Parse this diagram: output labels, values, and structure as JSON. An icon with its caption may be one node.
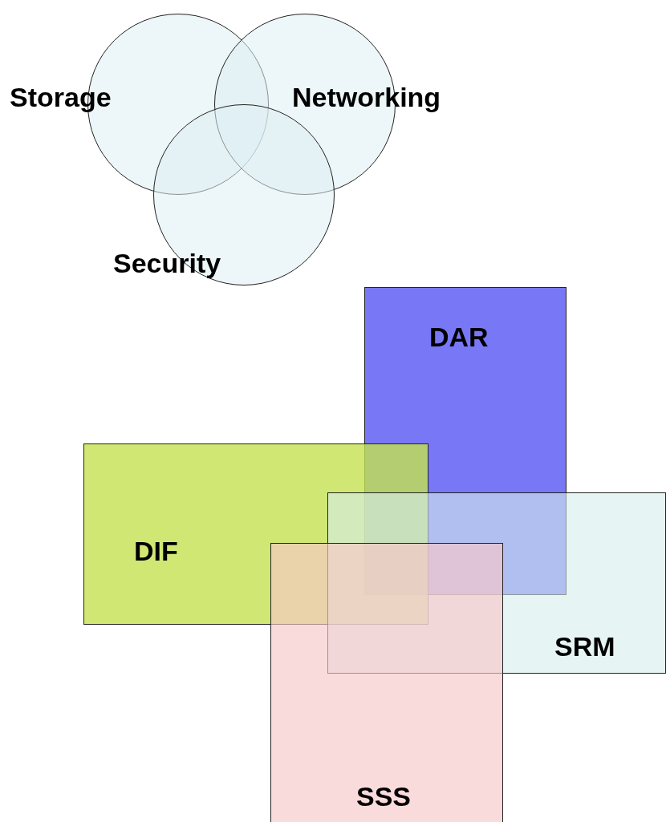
{
  "diagram": {
    "nodes": [
      {
        "text": [
          "Storage"
        ]
      },
      {
        "text": [
          "Networking"
        ]
      },
      {
        "text": [
          "Security"
        ]
      },
      {
        "text": [
          "DAR"
        ]
      },
      {
        "text": [
          "DIF"
        ]
      },
      {
        "text": [
          "SRM"
        ]
      },
      {
        "text": [
          "SSS"
        ]
      }
    ]
  }
}
